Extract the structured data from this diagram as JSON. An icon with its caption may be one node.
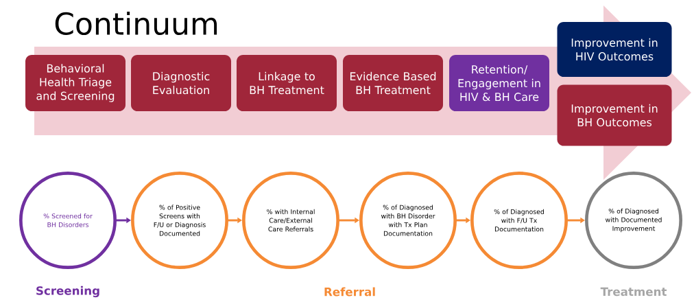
{
  "diagram": {
    "title": "Continuum",
    "nodes": [
      {
        "text": [
          "Behavioral Health Triage and Screening"
        ]
      },
      {
        "text": [
          "Diagnostic Evaluation"
        ]
      },
      {
        "text": [
          "Linkage to BH Treatment"
        ]
      },
      {
        "text": [
          "Evidence Based BH Treatment"
        ]
      },
      {
        "text": [
          "Retention/ Engagement in HIV & BH Care"
        ]
      },
      {
        "text": [
          "Improvement in HIV Outcomes"
        ]
      },
      {
        "text": [
          "Improvement in BH Outcomes"
        ]
      },
      {
        "text": [
          "% Screened for BH Disorders"
        ]
      },
      {
        "text": [
          "% of Positive Screens with F/U or Diagnosis Documented"
        ]
      },
      {
        "text": [
          "% with Internal Care/External Care Referrals"
        ]
      },
      {
        "text": [
          "% of Diagnosed with BH Disorder with Tx Plan Documentation"
        ]
      },
      {
        "text": [
          "% of Diagnosed with F/U Tx Documentation"
        ]
      },
      {
        "text": [
          "% of Diagnosed with Documented Improvement"
        ]
      }
    ],
    "edges": [
      {
        "from": 7,
        "to": 8,
        "arrow": "to",
        "color": "#7030a0"
      },
      {
        "from": 8,
        "to": 9,
        "arrow": "to"
      },
      {
        "from": 9,
        "to": 10,
        "arrow": "to"
      },
      {
        "from": 10,
        "to": 11,
        "arrow": "to"
      },
      {
        "from": 11,
        "to": 12,
        "arrow": "to"
      }
    ],
    "labels": [
      "Screening",
      "Referral",
      "Treatment"
    ]
  }
}
